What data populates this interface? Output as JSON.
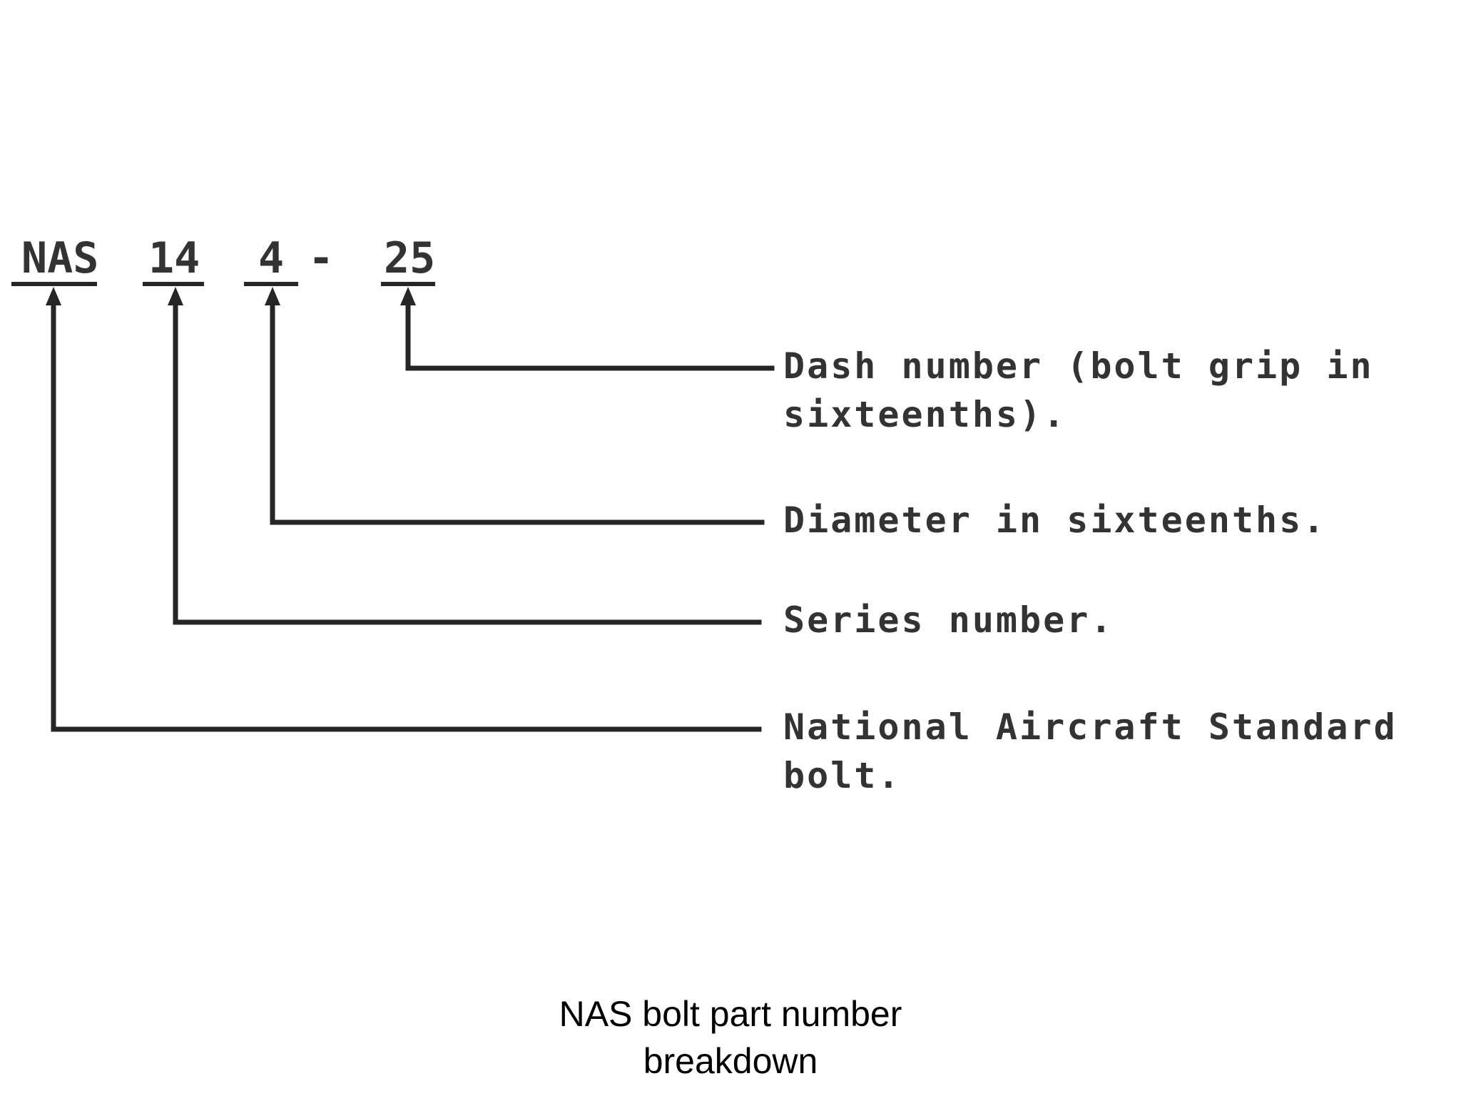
{
  "part_number": {
    "segments": [
      {
        "text": "NAS"
      },
      {
        "text": "14"
      },
      {
        "text": "4"
      },
      {
        "text": "-"
      },
      {
        "text": "25"
      }
    ]
  },
  "descriptions": {
    "dash_number": {
      "line1": "Dash number (bolt grip in",
      "line2": "sixteenths)."
    },
    "diameter": {
      "line1": "Diameter in sixteenths."
    },
    "series": {
      "line1": "Series number."
    },
    "standard": {
      "line1": "National Aircraft Standard",
      "line2": "bolt."
    }
  },
  "caption": {
    "line1": "NAS bolt part number",
    "line2": "breakdown"
  }
}
